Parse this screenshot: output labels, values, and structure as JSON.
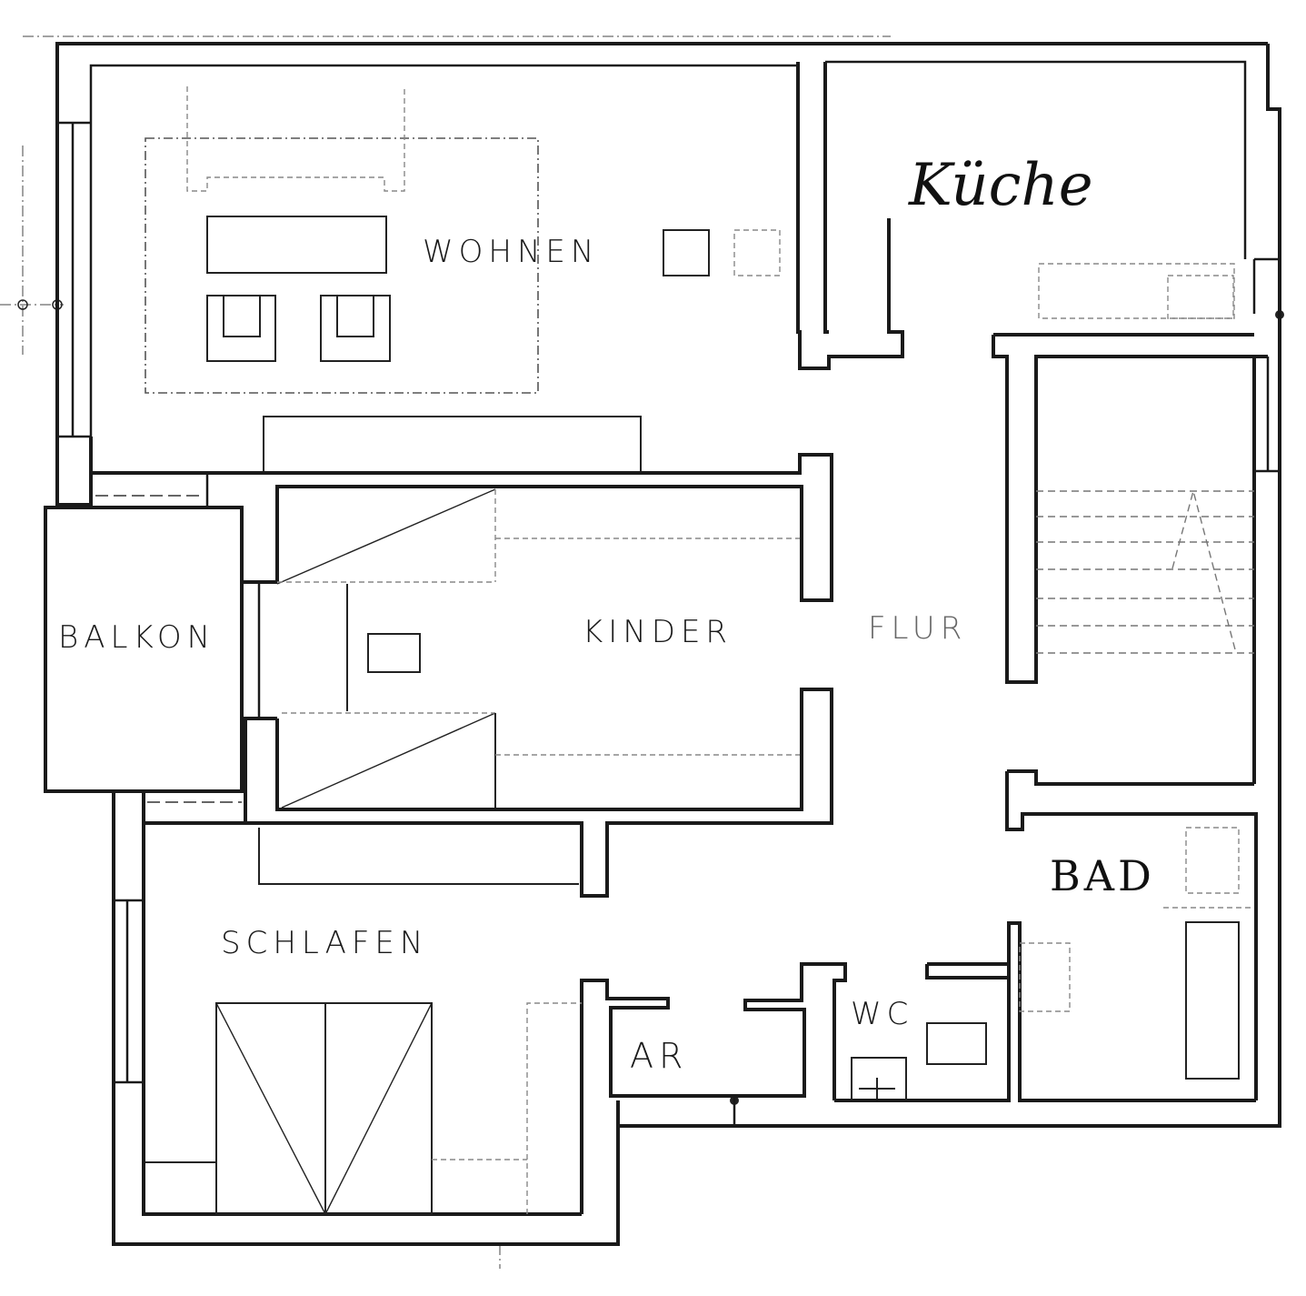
{
  "plan": {
    "rooms": {
      "wohnen": "WOHNEN",
      "kueche": "Küche",
      "balkon": "BALKON",
      "kinder": "KINDER",
      "flur": "FLUR",
      "bad": "BAD",
      "schlafen": "SCHLAFEN",
      "ar": "AR",
      "wc": "WC"
    },
    "colors": {
      "ink": "#1a1a1a",
      "paper": "#ffffff"
    }
  }
}
